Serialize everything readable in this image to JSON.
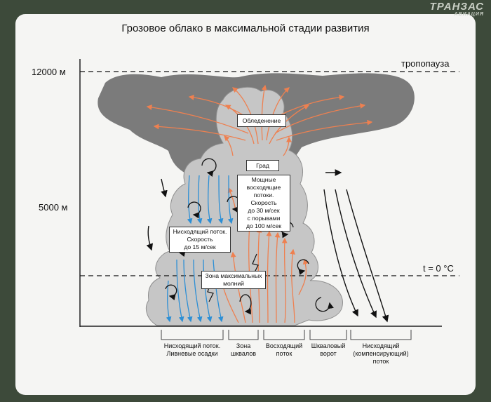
{
  "logo": {
    "brand": "ТРАНЗАС",
    "sub": "АВИАЦИЯ"
  },
  "title": "Грозовое облако в максимальной стадии развития",
  "altitudes": {
    "high": "12000 м",
    "mid": "5000 м"
  },
  "levels": {
    "tropopause": "тропопауза",
    "freezing": "t = 0 °C"
  },
  "labels": {
    "icing": "Обледенение",
    "hail": "Град",
    "updraft": [
      "Мощные",
      "восходящие",
      "потоки.",
      "Скорость",
      "до 30 м/сек",
      "с порывами",
      "до 100 м/сек"
    ],
    "downdraft": [
      "Нисходящий поток.",
      "Скорость",
      "до 15 м/сек"
    ],
    "lightning": [
      "Зона максимальных",
      "молний"
    ]
  },
  "zones": [
    {
      "lines": [
        "Нисходящий поток.",
        "Ливневые осадки"
      ]
    },
    {
      "lines": [
        "Зона",
        "шквалов"
      ]
    },
    {
      "lines": [
        "Восходящий",
        "поток"
      ]
    },
    {
      "lines": [
        "Шкваловый",
        "ворот"
      ]
    },
    {
      "lines": [
        "Нисходящий",
        "(компенсирующий)",
        "поток"
      ]
    }
  ],
  "colors": {
    "background": "#3d4a3a",
    "panel": "#f5f5f3",
    "anvil": "#7a7a7a",
    "cloud": "#c2c2c2",
    "updraft": "#f08c60",
    "downdraft": "#3399dd"
  }
}
